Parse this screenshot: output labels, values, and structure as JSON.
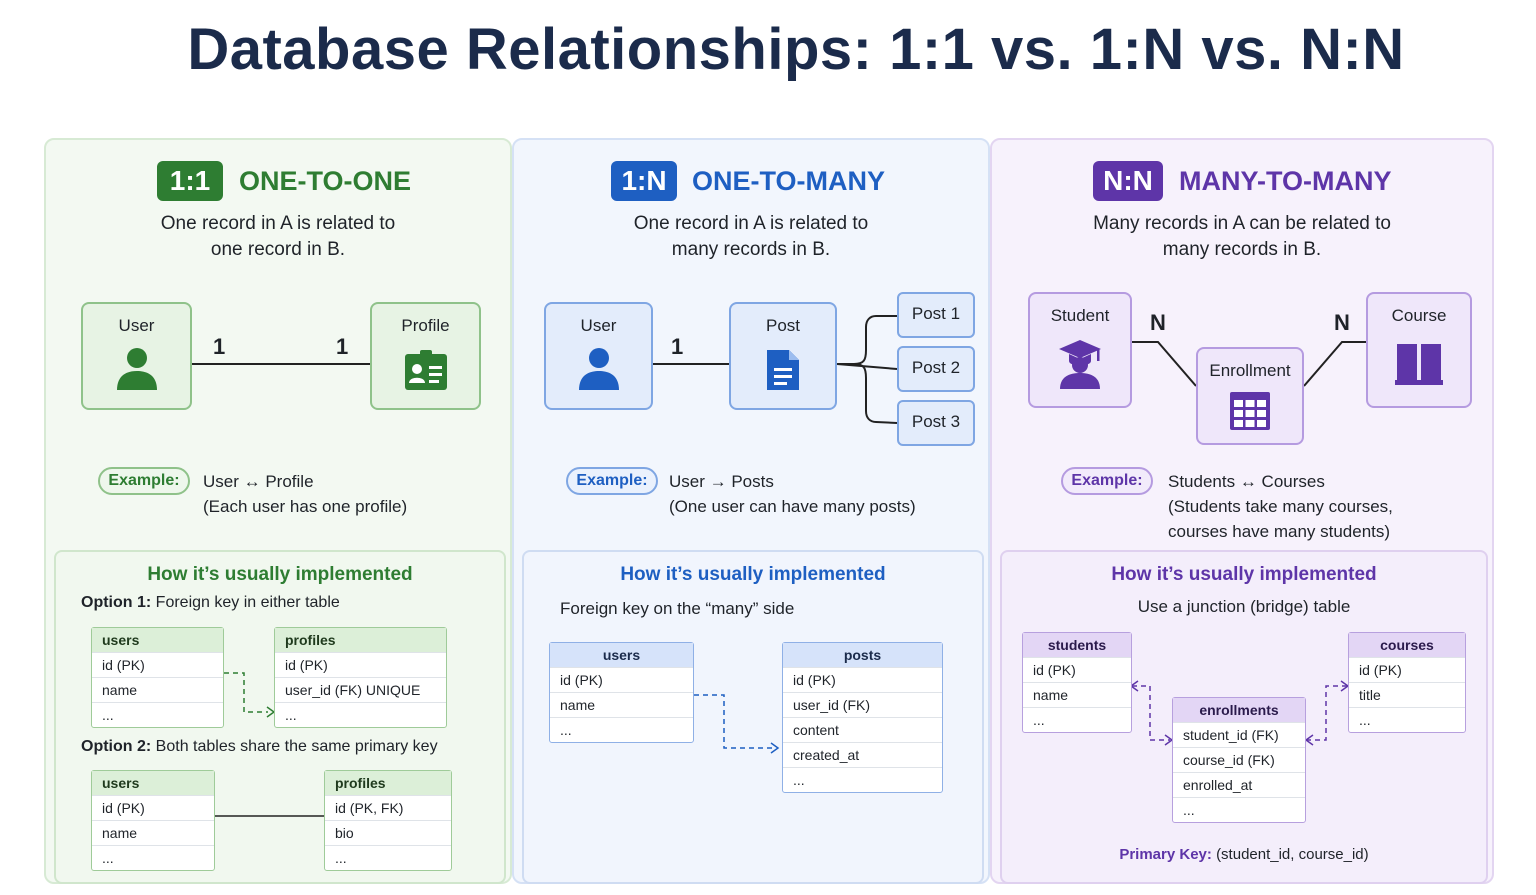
{
  "title": "Database Relationships: 1:1 vs. 1:N vs. N:N",
  "one_to_one": {
    "badge": "1:1",
    "heading": "ONE-TO-ONE",
    "desc_line1": "One record in A is related to",
    "desc_line2": "one record in B.",
    "entity_a": "User",
    "entity_b": "Profile",
    "card_a": "1",
    "card_b": "1",
    "example_label": "Example:",
    "example_line1": "User ↔ Profile",
    "example_line2": "(Each user has one profile)",
    "impl_title": "How it’s usually implemented",
    "option1_label": "Option 1:",
    "option1_text": "Foreign key in either table",
    "opt1_users": {
      "name": "users",
      "rows": [
        "id (PK)",
        "name",
        "..."
      ]
    },
    "opt1_profiles": {
      "name": "profiles",
      "rows": [
        "id (PK)",
        "user_id (FK) UNIQUE",
        "..."
      ]
    },
    "option2_label": "Option 2:",
    "option2_text": "Both tables share the same primary key",
    "opt2_users": {
      "name": "users",
      "rows": [
        "id (PK)",
        "name",
        "..."
      ]
    },
    "opt2_profiles": {
      "name": "profiles",
      "rows": [
        "id (PK, FK)",
        "bio",
        "..."
      ]
    }
  },
  "one_to_many": {
    "badge": "1:N",
    "heading": "ONE-TO-MANY",
    "desc_line1": "One record in A is related to",
    "desc_line2": "many records in B.",
    "entity_a": "User",
    "entity_b": "Post",
    "card_a": "1",
    "posts": [
      "Post 1",
      "Post 2",
      "Post 3"
    ],
    "example_label": "Example:",
    "example_line1": "User → Posts",
    "example_line2": "(One user can have many posts)",
    "impl_title": "How it’s usually implemented",
    "impl_sub": "Foreign key on the “many” side",
    "users_table": {
      "name": "users",
      "rows": [
        "id (PK)",
        "name",
        "..."
      ]
    },
    "posts_table": {
      "name": "posts",
      "rows": [
        "id (PK)",
        "user_id (FK)",
        "content",
        "created_at",
        "..."
      ]
    }
  },
  "many_to_many": {
    "badge": "N:N",
    "heading": "MANY-TO-MANY",
    "desc_line1": "Many records in A can be related to",
    "desc_line2": "many records in B.",
    "entity_a": "Student",
    "entity_mid": "Enrollment",
    "entity_b": "Course",
    "card_a": "N",
    "card_b": "N",
    "example_label": "Example:",
    "example_line1": "Students ↔ Courses",
    "example_line2": "(Students take many courses,",
    "example_line3": "courses have many students)",
    "impl_title": "How it’s usually implemented",
    "impl_sub": "Use a junction (bridge) table",
    "students_table": {
      "name": "students",
      "rows": [
        "id (PK)",
        "name",
        "..."
      ]
    },
    "courses_table": {
      "name": "courses",
      "rows": [
        "id (PK)",
        "title",
        "..."
      ]
    },
    "enroll_table": {
      "name": "enrollments",
      "rows": [
        "student_id (FK)",
        "course_id (FK)",
        "enrolled_at",
        "..."
      ]
    },
    "pk_label": "Primary Key:",
    "pk_value": "(student_id, course_id)"
  },
  "colors": {
    "green": "#2e7d32",
    "blue": "#1e5fc2",
    "purple": "#5e35a8"
  }
}
